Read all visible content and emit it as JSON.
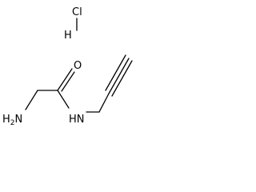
{
  "molecule": {
    "salt": {
      "chlorine": "Cl",
      "hydrogen": "H"
    },
    "atoms": {
      "amine": "H2N",
      "amine_h": "H",
      "amine_sub": "2",
      "amine_n": "N",
      "carbonyl_oxygen": "O",
      "amide": "HN"
    }
  }
}
